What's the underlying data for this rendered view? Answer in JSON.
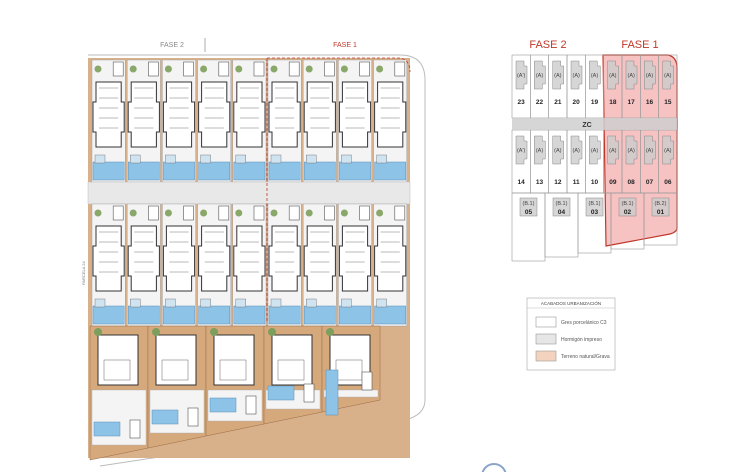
{
  "site_plan": {
    "fase2_label": "FASE 2",
    "fase1_label": "FASE 1",
    "parcela_label": "PARCELA 24",
    "rows_of_townhouses": 2,
    "townhouses_per_row": 9,
    "villas": 5
  },
  "key_plan": {
    "fase2_label": "FASE 2",
    "fase1_label": "FASE 1",
    "zc_label": "ZC",
    "top_row": [
      {
        "num": "23",
        "type": "(A')"
      },
      {
        "num": "22",
        "type": "(A)"
      },
      {
        "num": "21",
        "type": "(A)"
      },
      {
        "num": "20",
        "type": "(A)"
      },
      {
        "num": "19",
        "type": "(A)"
      },
      {
        "num": "18",
        "type": "(A)"
      },
      {
        "num": "17",
        "type": "(A)"
      },
      {
        "num": "16",
        "type": "(A)"
      },
      {
        "num": "15",
        "type": "(A)"
      }
    ],
    "middle_row": [
      {
        "num": "14",
        "type": "(A')"
      },
      {
        "num": "13",
        "type": "(A)"
      },
      {
        "num": "12",
        "type": "(A)"
      },
      {
        "num": "11",
        "type": "(A)"
      },
      {
        "num": "10",
        "type": "(A)"
      },
      {
        "num": "09",
        "type": "(A)"
      },
      {
        "num": "08",
        "type": "(A)"
      },
      {
        "num": "07",
        "type": "(A)"
      },
      {
        "num": "06",
        "type": "(A)"
      }
    ],
    "bottom_row": [
      {
        "num": "05",
        "type": "(B.1)"
      },
      {
        "num": "04",
        "type": "(B.1)"
      },
      {
        "num": "03",
        "type": "(B.1)"
      },
      {
        "num": "02",
        "type": "(B.1)"
      },
      {
        "num": "01",
        "type": "(B.2)"
      }
    ]
  },
  "legend": {
    "title": "ACABADOS URBANIZACIÓN",
    "items": [
      {
        "label": "Gres porcelánico C3",
        "color": "#ffffff"
      },
      {
        "label": "Hormigón impreso",
        "color": "#e6e6e6"
      },
      {
        "label": "Terreno natural/Grava",
        "color": "#f3d3bd"
      }
    ]
  },
  "colors": {
    "phase_accent": "#c0392b",
    "phase_fill": "#f4b6b6",
    "pool": "#8ec3e8",
    "terrain": "#c99a6e",
    "road": "#e8e8e8"
  }
}
